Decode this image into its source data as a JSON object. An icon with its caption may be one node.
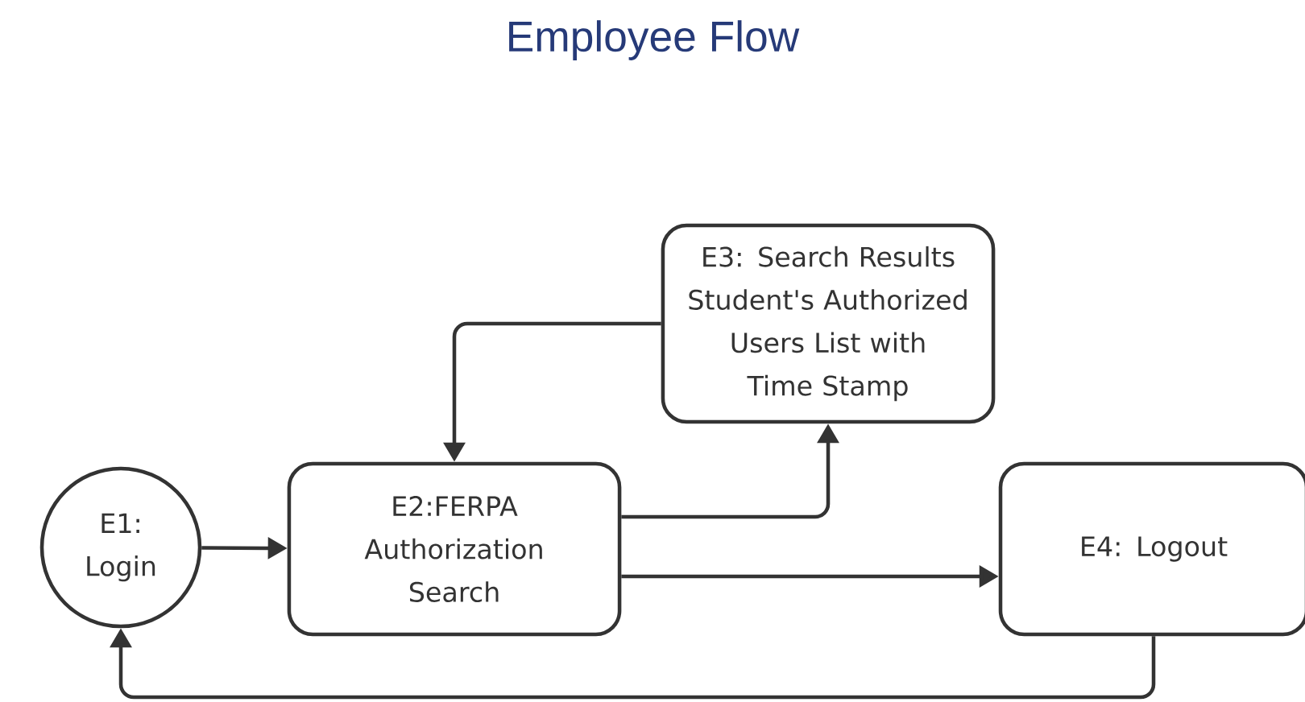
{
  "diagram": {
    "title": "Employee Flow",
    "nodes": [
      {
        "text": [
          "E1: Login"
        ]
      },
      {
        "text": [
          "E2:FERPA Authorization Search"
        ]
      },
      {
        "text": [
          "E3: Search Results Student's Authorized Users List with Time Stamp"
        ]
      },
      {
        "text": [
          "E4: Logout"
        ]
      }
    ],
    "edges": [
      {
        "from": 0,
        "to": 1,
        "arrow": "to"
      },
      {
        "from": 1,
        "to": 2,
        "arrow": "to"
      },
      {
        "from": 2,
        "to": 1,
        "arrow": "to"
      },
      {
        "from": 1,
        "to": 3,
        "arrow": "to"
      },
      {
        "from": 3,
        "to": 0,
        "arrow": "to"
      }
    ]
  }
}
